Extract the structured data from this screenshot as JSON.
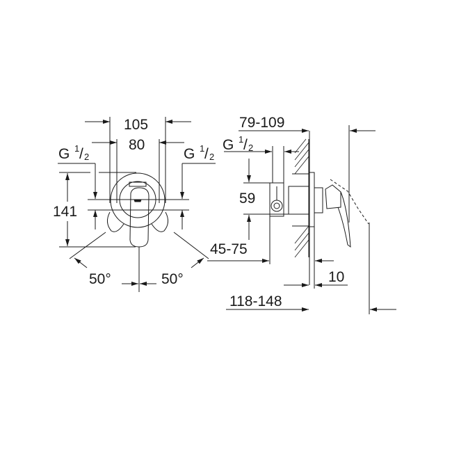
{
  "drawing": {
    "subject": "Single-lever shower mixer, concealed",
    "front_view": {
      "width_outer": "105",
      "width_inner": "80",
      "height": "141",
      "thread_left": {
        "main": "G",
        "num": "1",
        "den": "2"
      },
      "thread_right": {
        "main": "G",
        "num": "1",
        "den": "2"
      },
      "angle_left": "50°",
      "angle_right": "50°"
    },
    "side_view": {
      "depth_projection": "79-109",
      "thread": {
        "main": "G",
        "num": "1",
        "den": "2"
      },
      "inlet_offset": "59",
      "wall_to_inlet": "45-75",
      "plate_thickness": "10",
      "total_depth": "118-148"
    },
    "colors": {
      "line": "#1a1a1a",
      "background": "#ffffff"
    }
  }
}
